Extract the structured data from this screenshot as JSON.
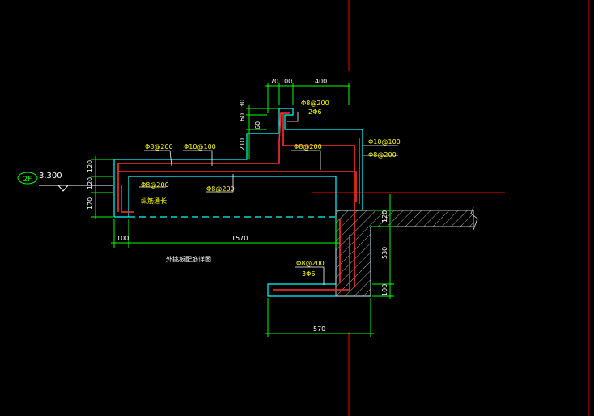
{
  "colors": {
    "background": "#000000",
    "concrete_outline": "#00ffff",
    "dimension": "#00ff00",
    "rebar": "#ff3030",
    "axis": "#ff0000",
    "annotation": "#ffff00",
    "hatch": "#c0c0c0",
    "text": "#ffffff"
  },
  "level": {
    "tag": "2F",
    "elevation": "3.300"
  },
  "dims": {
    "top_70": "70",
    "top_100": "100",
    "top_400": "400",
    "v_30": "30",
    "v_60": "60",
    "v_60b": "60",
    "v_210": "210",
    "left_120a": "120",
    "left_120b": "120",
    "left_170": "170",
    "bottom_100": "100",
    "bottom_1570": "1570",
    "right_120": "120",
    "right_530": "530",
    "right_100": "100",
    "bottom_570": "570"
  },
  "rebar_labels": {
    "r1_line1": "Φ8@200",
    "r1_line2": "2Φ6",
    "r2": "Φ8@200",
    "r3": "Φ10@100",
    "r4": "Φ8@200",
    "r5": "Φ10@100",
    "r6": "Φ8@200",
    "r7": "Φ8@200",
    "r8": "纵筋通长",
    "r9": "Φ8@200",
    "r10_line1": "Φ8@200",
    "r10_line2": "3Φ6"
  },
  "caption": "外挑板配筋详图"
}
